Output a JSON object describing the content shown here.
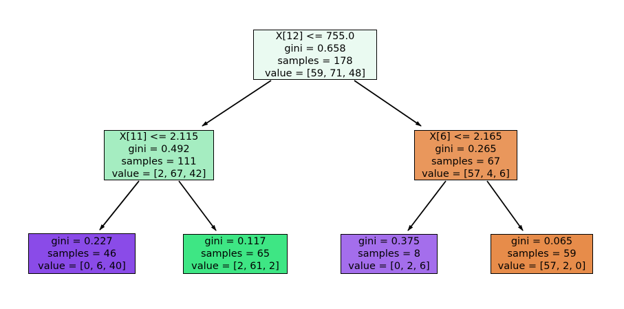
{
  "figure": {
    "background": "#ffffff",
    "type": "decision-tree-plot"
  },
  "tree": {
    "nodes": {
      "root": {
        "condition": "X[12] <= 755.0",
        "gini": "gini = 0.658",
        "samples": "samples = 178",
        "value": "value = [59, 71, 48]",
        "fill": "#eafaf1"
      },
      "left": {
        "condition": "X[11] <= 2.115",
        "gini": "gini = 0.492",
        "samples": "samples = 111",
        "value": "value = [2, 67, 42]",
        "fill": "#a5edc1"
      },
      "right": {
        "condition": "X[6] <= 2.165",
        "gini": "gini = 0.265",
        "samples": "samples = 67",
        "value": "value = [57, 4, 6]",
        "fill": "#e9975c"
      },
      "leaf_ll": {
        "gini": "gini = 0.227",
        "samples": "samples = 46",
        "value": "value = [0, 6, 40]",
        "fill": "#8a4be8"
      },
      "leaf_lr": {
        "gini": "gini = 0.117",
        "samples": "samples = 65",
        "value": "value = [2, 61, 2]",
        "fill": "#3ee684"
      },
      "leaf_rl": {
        "gini": "gini = 0.375",
        "samples": "samples = 8",
        "value": "value = [0, 2, 6]",
        "fill": "#a46eec"
      },
      "leaf_rr": {
        "gini": "gini = 0.065",
        "samples": "samples = 59",
        "value": "value = [57, 2, 0]",
        "fill": "#e78c4a"
      }
    },
    "edges": [
      {
        "from": "root",
        "to": "left"
      },
      {
        "from": "root",
        "to": "right"
      },
      {
        "from": "left",
        "to": "leaf_ll"
      },
      {
        "from": "left",
        "to": "leaf_lr"
      },
      {
        "from": "right",
        "to": "leaf_rl"
      },
      {
        "from": "right",
        "to": "leaf_rr"
      }
    ],
    "edge_color": "#000000"
  }
}
